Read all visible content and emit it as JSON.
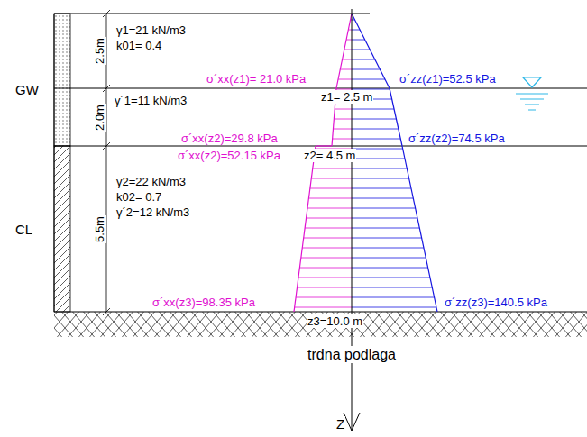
{
  "diagram": {
    "labels": [
      "2.5m",
      "2.0m",
      "5.5m",
      "γ1=21 kN/m3",
      "k01= 0.4",
      "σ´xx(z1)= 21.0 kPa",
      "σ´zz(z1)=52.5 kPa",
      "GW",
      "γ´1=11 kN/m3",
      "z1= 2.5 m",
      "σ´xx(z2)=29.8 kPa",
      "σ´zz(z2)=74.5 kPa",
      "σ´xx(z2)=52.15 kPa",
      "z2= 4.5 m",
      "CL",
      "γ2=22 kN/m3",
      "k02= 0.7",
      "γ´2=12 kN/m3",
      "σ´xx(z3)=98.35 kPa",
      "σ´zz(z3)=140.5 kPa",
      "z3=10.0 m",
      "trdna podlaga",
      "Z"
    ]
  }
}
